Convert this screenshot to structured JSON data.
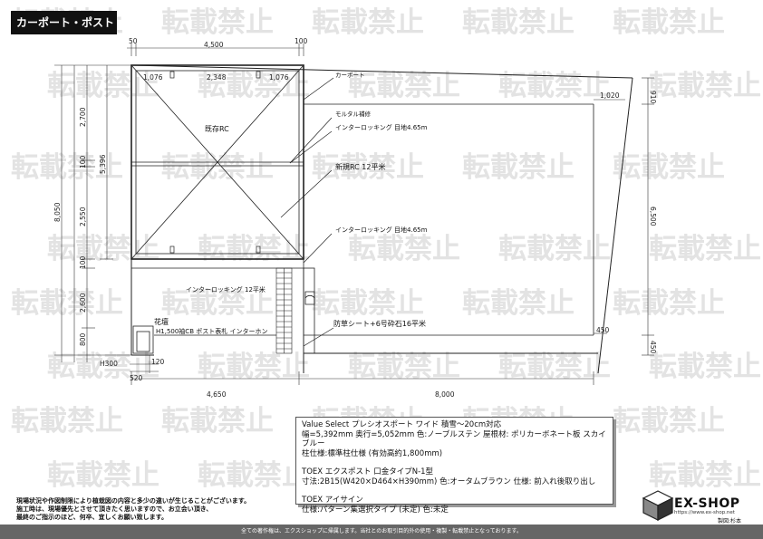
{
  "title": "カーポート・ポスト",
  "watermark": "転載禁止",
  "dims": {
    "top_left": "50",
    "top_width": "4,500",
    "top_right": "100",
    "carport_split_a": "1,076",
    "carport_split_b": "2,348",
    "carport_split_c": "1,076",
    "right_top": "910",
    "right_main": "6,500",
    "right_bottom": "450",
    "right_1020": "1,020",
    "right_450": "450",
    "left_total": "8,050",
    "left_2700": "2,700",
    "left_100a": "100",
    "left_5396": "5,396",
    "left_2550": "2,550",
    "left_100b": "100",
    "left_2600": "2,600",
    "left_800": "800",
    "h300": "H300",
    "d520": "520",
    "d120": "120",
    "bottom_left": "4,650",
    "bottom_right": "8,000"
  },
  "labels": {
    "carport": "カーポート",
    "mortar": "モルタル補修",
    "interlocking_top": "インターロッキング 目地4.65m",
    "existing_rc": "既存RC",
    "new_rc": "新規RC 12平米",
    "interlocking_mid": "インターロッキング 目地4.65m",
    "interlocking_12": "インターロッキング 12平米",
    "flowerbed": "花壇",
    "cb_wall": "H1,500袖CB ポスト表札 インターホン",
    "weed_sheet": "防草シート+6号砕石16平米"
  },
  "spec": {
    "l1": "Value Select プレシオスポート ワイド 積雪〜20cm対応",
    "l2": "幅=5,392mm 奥行=5,052mm 色:ノーブルステン 屋根材: ポリカーボネート板 スカイブルー",
    "l3": "柱仕様:標準柱仕様 (有効高約1,800mm)",
    "l4": "TOEX エクスポスト 口金タイプN-1型",
    "l5": "寸法:2B15(W420×D464×H390mm) 色:オータムブラウン 仕様: 前入れ後取り出し",
    "l6": "TOEX アイサイン",
    "l7": "仕様:パターン集選択タイプ (未定) 色:未定"
  },
  "notes": {
    "n1": "現場状況や作図制限により植栽図の内容と多少の違いが生じることがございます。",
    "n2": "施工時は、現場優先とさせて頂きたく思いますので、お立会い頂き、",
    "n3": "最終のご指示のほど、何卒、宜しくお願い致します。"
  },
  "footer": "全ての著作権は、エクスショップに帰属します。当社とのお取引目的外の使用・複製・転載禁止となっております。",
  "logo": {
    "text": "EX-SHOP",
    "url": "https://www.ex-shop.net",
    "author": "製図:杉本"
  }
}
